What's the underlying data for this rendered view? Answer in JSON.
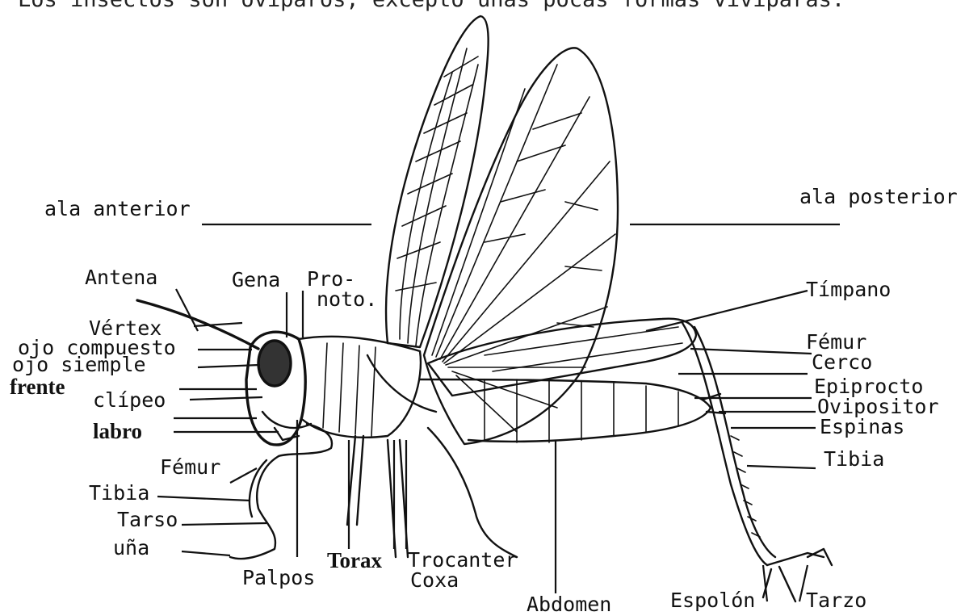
{
  "caption": "Los insectos son ovíparos, excepto unas pocas formas vivíparas.",
  "labels": {
    "ala_anterior": "ala anterior",
    "ala_posterior": "ala posterior",
    "antena": "Antena",
    "gena": "Gena",
    "pronoto_1": "Pro-",
    "pronoto_2": "noto.",
    "timpano": "Tímpano",
    "vertex": "Vértex",
    "ojo_compuesto": "ojo compuesto",
    "ojo_simple": "ojo siemple",
    "frente": "frente",
    "clipeo": "clípeo",
    "labro": "labro",
    "femur_front": "Fémur",
    "tibia_front": "Tibia",
    "tarso": "Tarso",
    "una": "uña",
    "palpos": "Palpos",
    "torax": "Torax",
    "trocanter": "Trocanter",
    "coxa": "Coxa",
    "abdomen": "Abdomen",
    "espolon": "Espolón",
    "tarzo": "Tarzo",
    "femur_hind": "Fémur",
    "cerco": "Cerco",
    "epiprocto": "Epiprocto",
    "ovipositor": "Ovipositor",
    "espinas": "Espinas",
    "tibia_hind": "Tibia"
  }
}
